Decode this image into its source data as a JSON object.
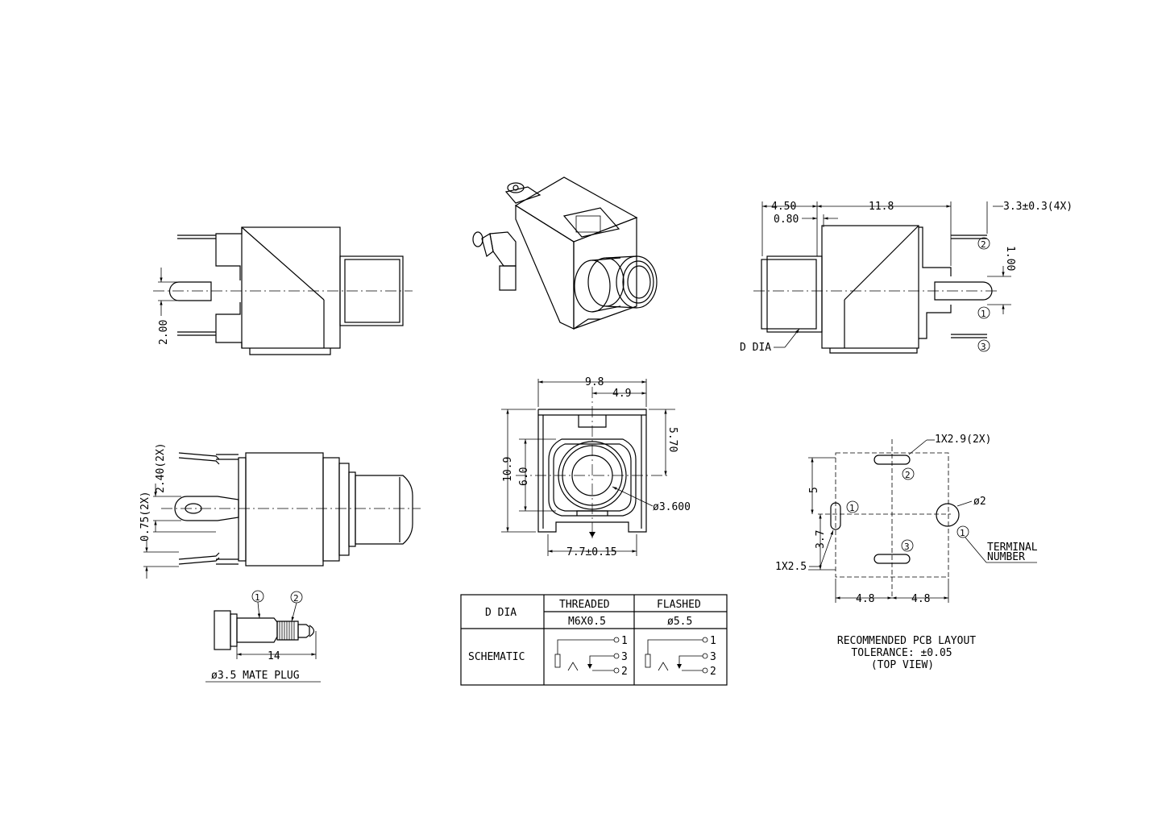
{
  "side_view_right": {
    "dims": {
      "d450": "4.50",
      "d080": "0.80",
      "d118": "11.8",
      "d33": "3.3±0.3(4X)",
      "d100": "1.00"
    },
    "d_dia_label": "D DIA",
    "terminals": [
      "2",
      "1",
      "3"
    ]
  },
  "left_view": {
    "d200": "2.00"
  },
  "bottom_left_view": {
    "d240": "2.40(2X)",
    "d075": "0.75(2X)"
  },
  "plug": {
    "title": "ø3.5 MATE PLUG",
    "dim_14": "14",
    "callouts": [
      "1",
      "2"
    ]
  },
  "front_view": {
    "d98": "9.8",
    "d49": "4.9",
    "d570": "5.70",
    "d109": "10.9",
    "d60": "6.0",
    "d3600": "ø3.600",
    "d77": "7.7±0.15"
  },
  "table": {
    "row1_label": "D DIA",
    "col1_header": "THREADED",
    "col2_header": "FLASHED",
    "col1_value": "M6X0.5",
    "col2_value": "ø5.5",
    "row2_label": "SCHEMATIC",
    "pins": [
      "1",
      "3",
      "2"
    ]
  },
  "pcb": {
    "d129": "1X2.9(2X)",
    "d2": "ø2",
    "d5": "5",
    "d37": "3.7",
    "d125": "1X2.5",
    "d48a": "4.8",
    "d48b": "4.8",
    "terminal_label_1": "TERMINAL",
    "terminal_label_2": "NUMBER",
    "pad_numbers": [
      "2",
      "1",
      "3",
      "1"
    ],
    "caption_1": "RECOMMENDED PCB LAYOUT",
    "caption_2": "TOLERANCE: ±0.05",
    "caption_3": "(TOP VIEW)"
  }
}
